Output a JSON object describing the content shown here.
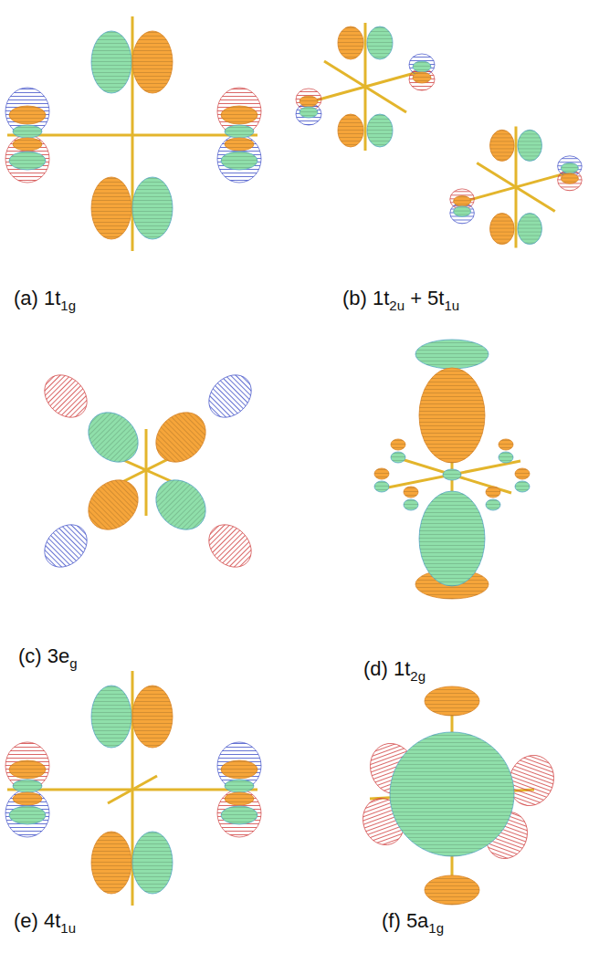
{
  "diagram": {
    "labels": [
      "(a) 1t1g",
      "(b) 1t2u + 5t1u",
      "(c) 3eg",
      "(d) 1t2g",
      "(e) 4t1u",
      "(f) 5a1g"
    ]
  }
}
